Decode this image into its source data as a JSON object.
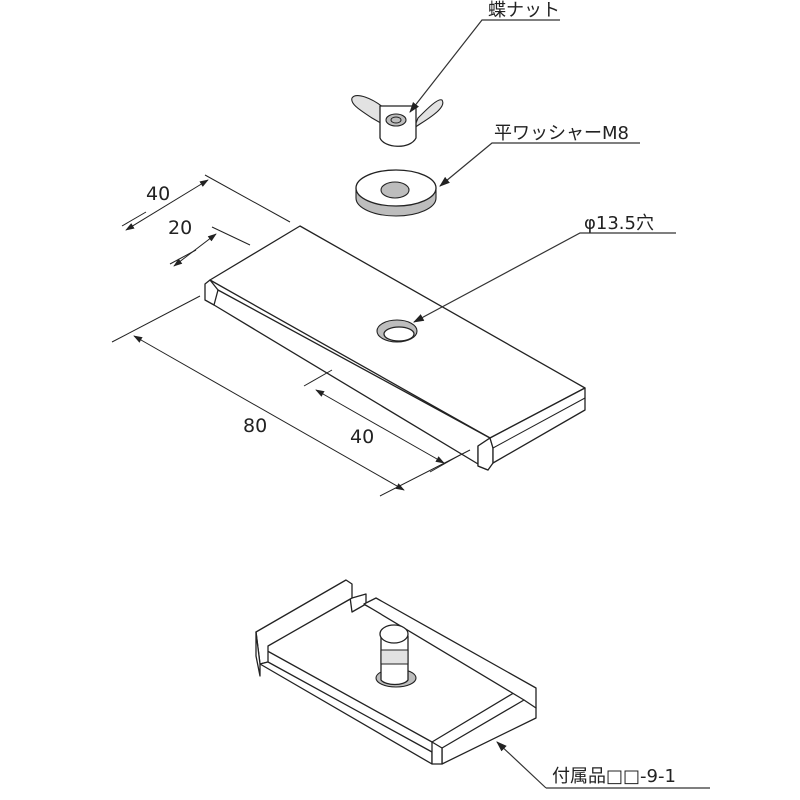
{
  "labels": {
    "wing_nut": "蝶ナット",
    "flat_washer": "平ワッシャーM8",
    "hole": "φ13.5穴",
    "accessory": "付属品□□-9-1"
  },
  "dimensions": {
    "width_outer": "40",
    "width_inner": "20",
    "length_outer": "80",
    "length_inner": "40"
  }
}
